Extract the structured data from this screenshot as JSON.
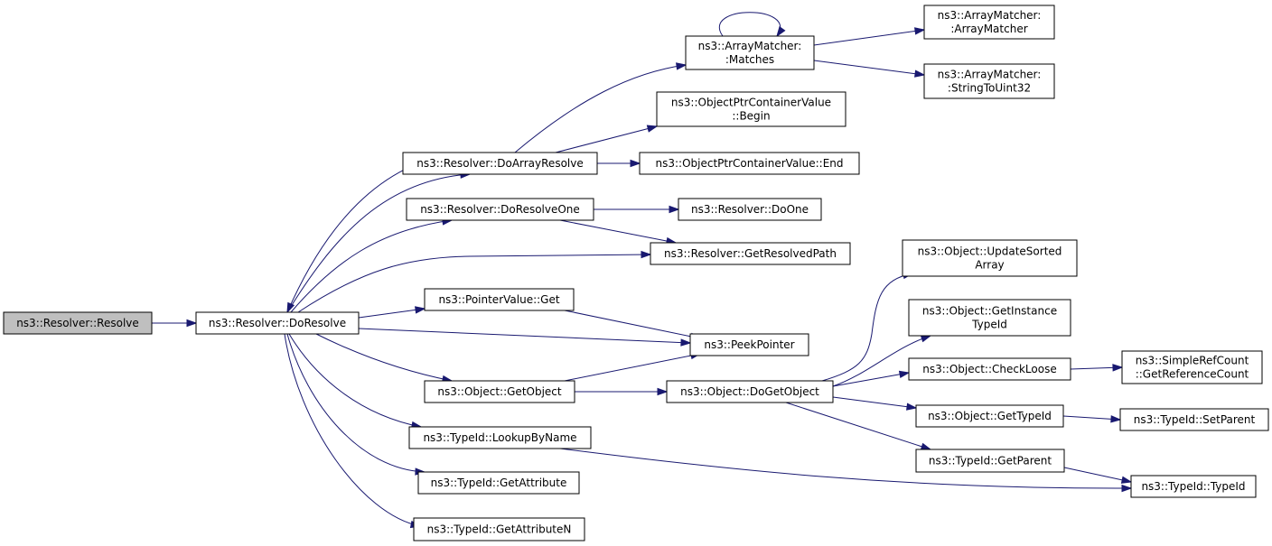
{
  "graph": {
    "nodes": [
      {
        "id": "resolve",
        "lines": [
          "ns3::Resolver::Resolve"
        ],
        "highlight": true
      },
      {
        "id": "doresolve",
        "lines": [
          "ns3::Resolver::DoResolve"
        ]
      },
      {
        "id": "doarrayresolve",
        "lines": [
          "ns3::Resolver::DoArrayResolve"
        ]
      },
      {
        "id": "doresolveone",
        "lines": [
          "ns3::Resolver::DoResolveOne"
        ]
      },
      {
        "id": "pointervalue_get",
        "lines": [
          "ns3::PointerValue::Get"
        ]
      },
      {
        "id": "object_getobject",
        "lines": [
          "ns3::Object::GetObject"
        ]
      },
      {
        "id": "lookupbyname",
        "lines": [
          "ns3::TypeId::LookupByName"
        ]
      },
      {
        "id": "getattribute",
        "lines": [
          "ns3::TypeId::GetAttribute"
        ]
      },
      {
        "id": "getattributen",
        "lines": [
          "ns3::TypeId::GetAttributeN"
        ]
      },
      {
        "id": "am_matches",
        "lines": [
          "ns3::ArrayMatcher:",
          ":Matches"
        ]
      },
      {
        "id": "opcv_begin",
        "lines": [
          "ns3::ObjectPtrContainerValue",
          "::Begin"
        ]
      },
      {
        "id": "opcv_end",
        "lines": [
          "ns3::ObjectPtrContainerValue::End"
        ]
      },
      {
        "id": "doone",
        "lines": [
          "ns3::Resolver::DoOne"
        ]
      },
      {
        "id": "getresolvedpath",
        "lines": [
          "ns3::Resolver::GetResolvedPath"
        ]
      },
      {
        "id": "peekpointer",
        "lines": [
          "ns3::PeekPointer"
        ]
      },
      {
        "id": "dogetobject",
        "lines": [
          "ns3::Object::DoGetObject"
        ]
      },
      {
        "id": "am_ctor",
        "lines": [
          "ns3::ArrayMatcher:",
          ":ArrayMatcher"
        ]
      },
      {
        "id": "am_stringtouint32",
        "lines": [
          "ns3::ArrayMatcher:",
          ":StringToUint32"
        ]
      },
      {
        "id": "updatesortedarray",
        "lines": [
          "ns3::Object::UpdateSorted",
          "Array"
        ]
      },
      {
        "id": "getinstancetypeid",
        "lines": [
          "ns3::Object::GetInstance",
          "TypeId"
        ]
      },
      {
        "id": "checkloose",
        "lines": [
          "ns3::Object::CheckLoose"
        ]
      },
      {
        "id": "object_gettypeid",
        "lines": [
          "ns3::Object::GetTypeId"
        ]
      },
      {
        "id": "typeid_getparent",
        "lines": [
          "ns3::TypeId::GetParent"
        ]
      },
      {
        "id": "getreferencecount",
        "lines": [
          "ns3::SimpleRefCount",
          "::GetReferenceCount"
        ]
      },
      {
        "id": "typeid_setparent",
        "lines": [
          "ns3::TypeId::SetParent"
        ]
      },
      {
        "id": "typeid_typeid",
        "lines": [
          "ns3::TypeId::TypeId"
        ]
      }
    ],
    "edges": [
      {
        "from": "resolve",
        "to": "doresolve"
      },
      {
        "from": "doresolve",
        "to": "doarrayresolve"
      },
      {
        "from": "doresolve",
        "to": "doresolveone"
      },
      {
        "from": "doresolve",
        "to": "getresolvedpath"
      },
      {
        "from": "doresolve",
        "to": "pointervalue_get"
      },
      {
        "from": "doresolve",
        "to": "peekpointer"
      },
      {
        "from": "doresolve",
        "to": "object_getobject"
      },
      {
        "from": "doresolve",
        "to": "lookupbyname"
      },
      {
        "from": "doresolve",
        "to": "getattribute"
      },
      {
        "from": "doresolve",
        "to": "getattributen"
      },
      {
        "from": "doarrayresolve",
        "to": "doresolve"
      },
      {
        "from": "doarrayresolve",
        "to": "am_matches"
      },
      {
        "from": "doarrayresolve",
        "to": "opcv_begin"
      },
      {
        "from": "doarrayresolve",
        "to": "opcv_end"
      },
      {
        "from": "am_matches",
        "to": "am_matches"
      },
      {
        "from": "am_matches",
        "to": "am_ctor"
      },
      {
        "from": "am_matches",
        "to": "am_stringtouint32"
      },
      {
        "from": "doresolveone",
        "to": "doone"
      },
      {
        "from": "doresolveone",
        "to": "getresolvedpath"
      },
      {
        "from": "pointervalue_get",
        "to": "peekpointer"
      },
      {
        "from": "object_getobject",
        "to": "peekpointer"
      },
      {
        "from": "object_getobject",
        "to": "dogetobject"
      },
      {
        "from": "dogetobject",
        "to": "updatesortedarray"
      },
      {
        "from": "dogetobject",
        "to": "getinstancetypeid"
      },
      {
        "from": "dogetobject",
        "to": "checkloose"
      },
      {
        "from": "dogetobject",
        "to": "object_gettypeid"
      },
      {
        "from": "dogetobject",
        "to": "typeid_getparent"
      },
      {
        "from": "checkloose",
        "to": "getreferencecount"
      },
      {
        "from": "object_gettypeid",
        "to": "typeid_setparent"
      },
      {
        "from": "typeid_getparent",
        "to": "typeid_typeid"
      },
      {
        "from": "lookupbyname",
        "to": "typeid_typeid"
      }
    ]
  },
  "colors": {
    "edge": "#191970",
    "node_border": "#000000",
    "node_fill": "#ffffff",
    "root_fill": "#bfbfbf",
    "text": "#000000"
  }
}
